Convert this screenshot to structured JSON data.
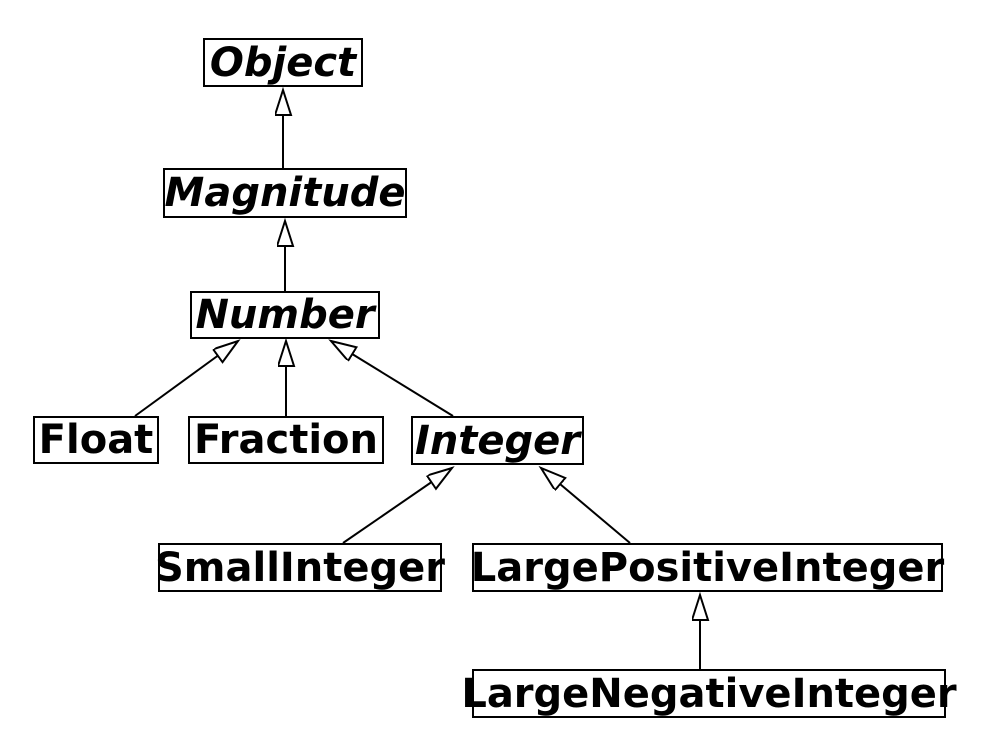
{
  "diagram": {
    "kind": "class-inheritance-hierarchy",
    "notation": "open triangle arrow points to superclass; italic label means abstract class",
    "colors": {
      "background": "#ffffff",
      "box_fill": "#ffffff",
      "box_border": "#000000",
      "text": "#000000",
      "arrow_line": "#000000",
      "arrowhead_fill": "#ffffff"
    },
    "nodes": [
      {
        "id": "object",
        "label": "Object",
        "abstract": true
      },
      {
        "id": "magnitude",
        "label": "Magnitude",
        "abstract": true
      },
      {
        "id": "number",
        "label": "Number",
        "abstract": true
      },
      {
        "id": "float",
        "label": "Float",
        "abstract": false
      },
      {
        "id": "fraction",
        "label": "Fraction",
        "abstract": false
      },
      {
        "id": "integer",
        "label": "Integer",
        "abstract": true
      },
      {
        "id": "smallinteger",
        "label": "SmallInteger",
        "abstract": false
      },
      {
        "id": "largepositiveinteger",
        "label": "LargePositiveInteger",
        "abstract": false
      },
      {
        "id": "largenegativeinteger",
        "label": "LargeNegativeInteger",
        "abstract": false
      }
    ],
    "edges": [
      {
        "from": "Magnitude",
        "to": "Object"
      },
      {
        "from": "Number",
        "to": "Magnitude"
      },
      {
        "from": "Float",
        "to": "Number"
      },
      {
        "from": "Fraction",
        "to": "Number"
      },
      {
        "from": "Integer",
        "to": "Number"
      },
      {
        "from": "SmallInteger",
        "to": "Integer"
      },
      {
        "from": "LargePositiveInteger",
        "to": "Integer"
      },
      {
        "from": "LargeNegativeInteger",
        "to": "LargePositiveInteger"
      }
    ]
  }
}
